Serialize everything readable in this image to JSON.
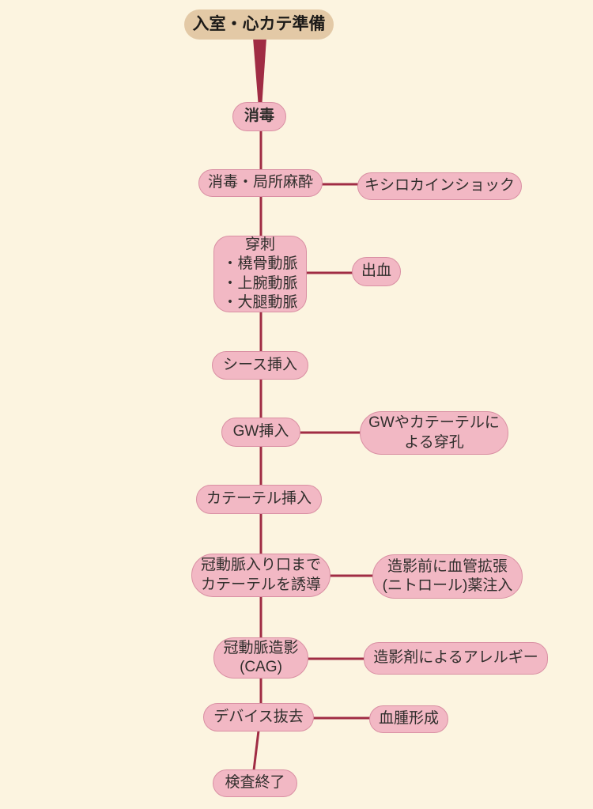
{
  "colors": {
    "background": "#FCF4E0",
    "start_fill": "#E3C9A6",
    "node_fill": "#F2B8C4",
    "node_border": "#D98FA3",
    "connector": "#A02C44",
    "text": "#302E2C"
  },
  "flow": {
    "start": "入室・心カテ準備",
    "steps": [
      {
        "label": "消毒"
      },
      {
        "label": "消毒・局所麻酔",
        "complication": "キシロカインショック"
      },
      {
        "label": "穿刺\n・橈骨動脈\n・上腕動脈\n・大腿動脈",
        "complication": "出血"
      },
      {
        "label": "シース挿入"
      },
      {
        "label": "GW挿入",
        "complication": "GWやカテーテルに\nよる穿孔"
      },
      {
        "label": "カテーテル挿入"
      },
      {
        "label": "冠動脈入り口まで\nカテーテルを誘導",
        "complication": "造影前に血管拡張\n(ニトロール)薬注入"
      },
      {
        "label": "冠動脈造影\n(CAG)",
        "complication": "造影剤によるアレルギー"
      },
      {
        "label": "デバイス抜去",
        "complication": "血腫形成"
      },
      {
        "label": "検査終了"
      }
    ]
  }
}
